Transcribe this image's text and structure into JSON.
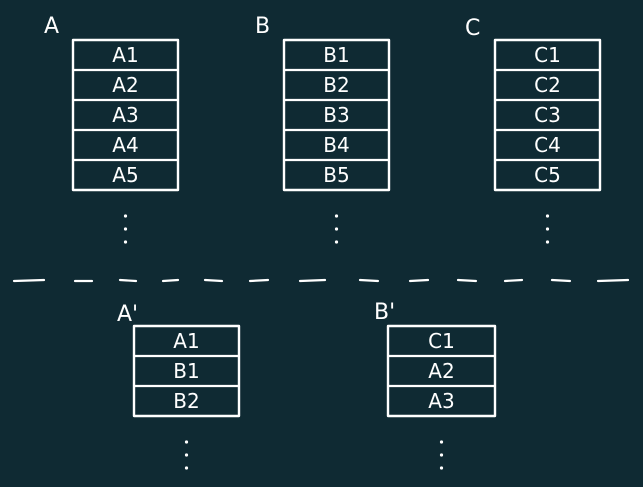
{
  "colors": {
    "background": "#0f2a33",
    "stroke": "#ffffff"
  },
  "top_stacks": [
    {
      "title": "A",
      "cells": [
        "A1",
        "A2",
        "A3",
        "A4",
        "A5"
      ]
    },
    {
      "title": "B",
      "cells": [
        "B1",
        "B2",
        "B3",
        "B4",
        "B5"
      ]
    },
    {
      "title": "C",
      "cells": [
        "C1",
        "C2",
        "C3",
        "C4",
        "C5"
      ]
    }
  ],
  "bottom_stacks": [
    {
      "title": "A'",
      "cells": [
        "A1",
        "B1",
        "B2"
      ]
    },
    {
      "title": "B'",
      "cells": [
        "C1",
        "A2",
        "A3"
      ]
    }
  ]
}
